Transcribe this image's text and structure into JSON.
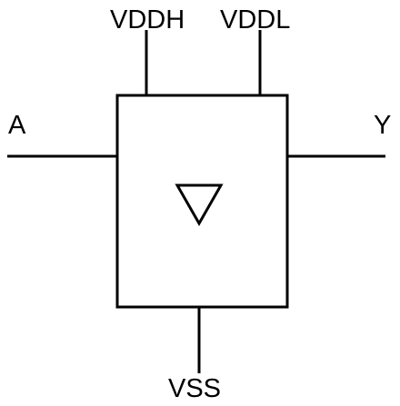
{
  "diagram": {
    "pins": {
      "vddh": "VDDH",
      "vddl": "VDDL",
      "input_a": "A",
      "output_y": "Y",
      "vss": "VSS"
    },
    "symbol": "down-triangle-icon",
    "colors": {
      "stroke": "#000000",
      "background": "#ffffff"
    }
  }
}
